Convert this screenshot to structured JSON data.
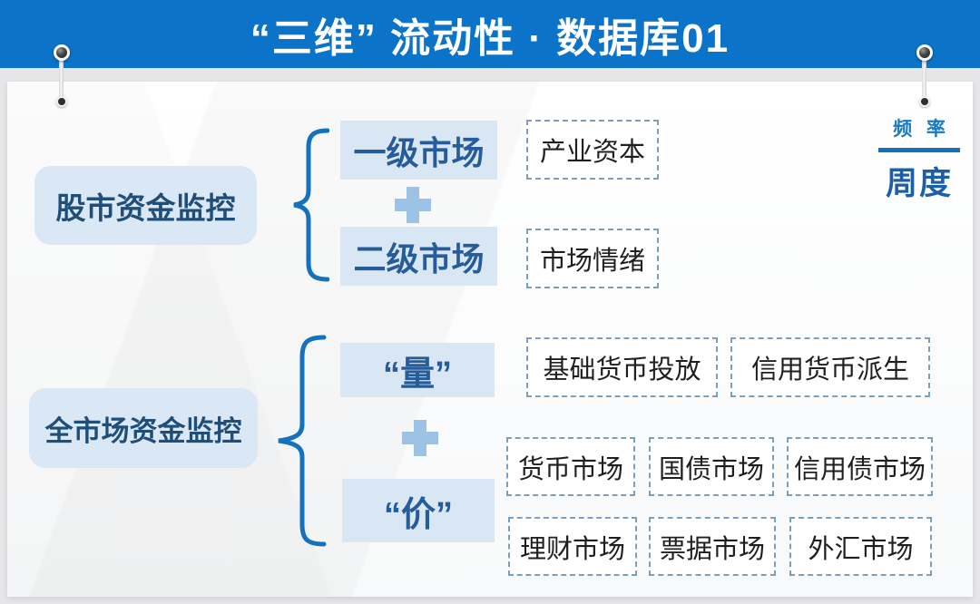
{
  "banner": {
    "title": "“三维” 流动性 · 数据库01",
    "bg_color": "#0c74c8"
  },
  "frequency": {
    "label": "频 率",
    "value": "周度"
  },
  "stock_section": {
    "parent": "股市资金监控",
    "children": [
      {
        "label": "一级市场",
        "note": "产业资本"
      },
      {
        "label": "二级市场",
        "note": "市场情绪"
      }
    ]
  },
  "market_section": {
    "parent": "全市场资金监控",
    "quantity": {
      "label": "“量”",
      "items": [
        "基础货币投放",
        "信用货币派生"
      ]
    },
    "price": {
      "label": "“价”",
      "items_row1": [
        "货币市场",
        "国债市场",
        "信用债市场"
      ],
      "items_row2": [
        "理财市场",
        "票据市场",
        "外汇市场"
      ]
    }
  },
  "icons": {
    "plus": "plus-icon",
    "brace": "brace-icon",
    "pin": "pin-icon"
  },
  "colors": {
    "banner_blue": "#0c74c8",
    "box_fill": "#d9e6f3",
    "box_text": "#1f4e79",
    "plus_blue": "#9cc2e5",
    "brace_blue": "#1371bd",
    "dashed_border": "#7d9fbe",
    "freq_label": "#1b79c0",
    "freq_value": "#1a5fa8"
  }
}
